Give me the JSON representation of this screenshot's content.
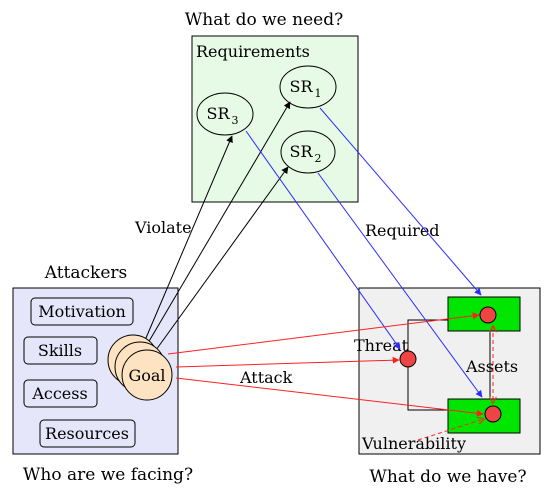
{
  "captions": {
    "top": "What do we need?",
    "attackers_title": "Attackers",
    "bottom_left": "Who are we facing?",
    "bottom_right": "What do we have?"
  },
  "requirements": {
    "title": "Requirements",
    "nodes": [
      {
        "id": "sr1",
        "base": "SR",
        "sub": "1"
      },
      {
        "id": "sr2",
        "base": "SR",
        "sub": "2"
      },
      {
        "id": "sr3",
        "base": "SR",
        "sub": "3"
      }
    ]
  },
  "attackers": {
    "items": [
      "Motivation",
      "Skills",
      "Access",
      "Resources"
    ],
    "goal": "Goal"
  },
  "edge_labels": {
    "violate": "Violate",
    "required": "Required",
    "attack": "Attack"
  },
  "system": {
    "threat": "Threat",
    "assets": "Assets",
    "vulnerability": "Vulnerability"
  },
  "colors": {
    "requirements_fill": "#e6fae6",
    "attackers_fill": "#e6e6fa",
    "system_fill": "#f0f0f0",
    "goal_fill": "#fde3c2",
    "asset_fill": "#00e600",
    "node_fill": "#ee4444",
    "required_edge": "#2b2bff",
    "attack_edge": "#ff2020"
  }
}
